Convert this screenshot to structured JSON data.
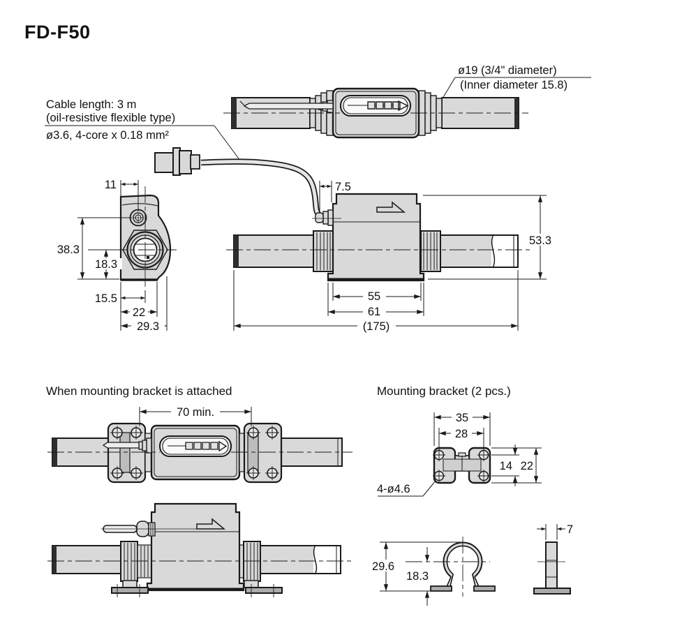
{
  "title": "FD-F50",
  "notes": {
    "pipe_diameter": {
      "line1": "ø19 (3/4\" diameter)",
      "line2": "(Inner diameter 15.8)"
    },
    "cable": {
      "line1": "Cable length: 3 m",
      "line2": "(oil-resistive flexible type)",
      "line3": "ø3.6, 4-core x 0.18 mm²"
    },
    "bracket_holes": "4-ø4.6"
  },
  "headings": {
    "attached": "When mounting bracket is attached",
    "bracket": "Mounting bracket (2 pcs.)"
  },
  "dims": {
    "front": {
      "cable_entry_offset": "11",
      "upper_height": "38.3",
      "lower_height": "18.3",
      "bore_offset": "15.5",
      "body_width": "22",
      "overall_width": "29.3"
    },
    "side": {
      "inlet_offset": "7.5",
      "overall_height": "53.3",
      "body_length": "55",
      "flange_length": "61",
      "overall_length": "(175)"
    },
    "attached": {
      "min_span": "70 min."
    },
    "bracket": {
      "overall_width": "35",
      "hole_pitch_x": "28",
      "hole_pitch_y": "14",
      "overall_height": "22"
    },
    "clip": {
      "overall_height": "29.6",
      "center_height": "18.3",
      "stem_width": "7"
    }
  }
}
